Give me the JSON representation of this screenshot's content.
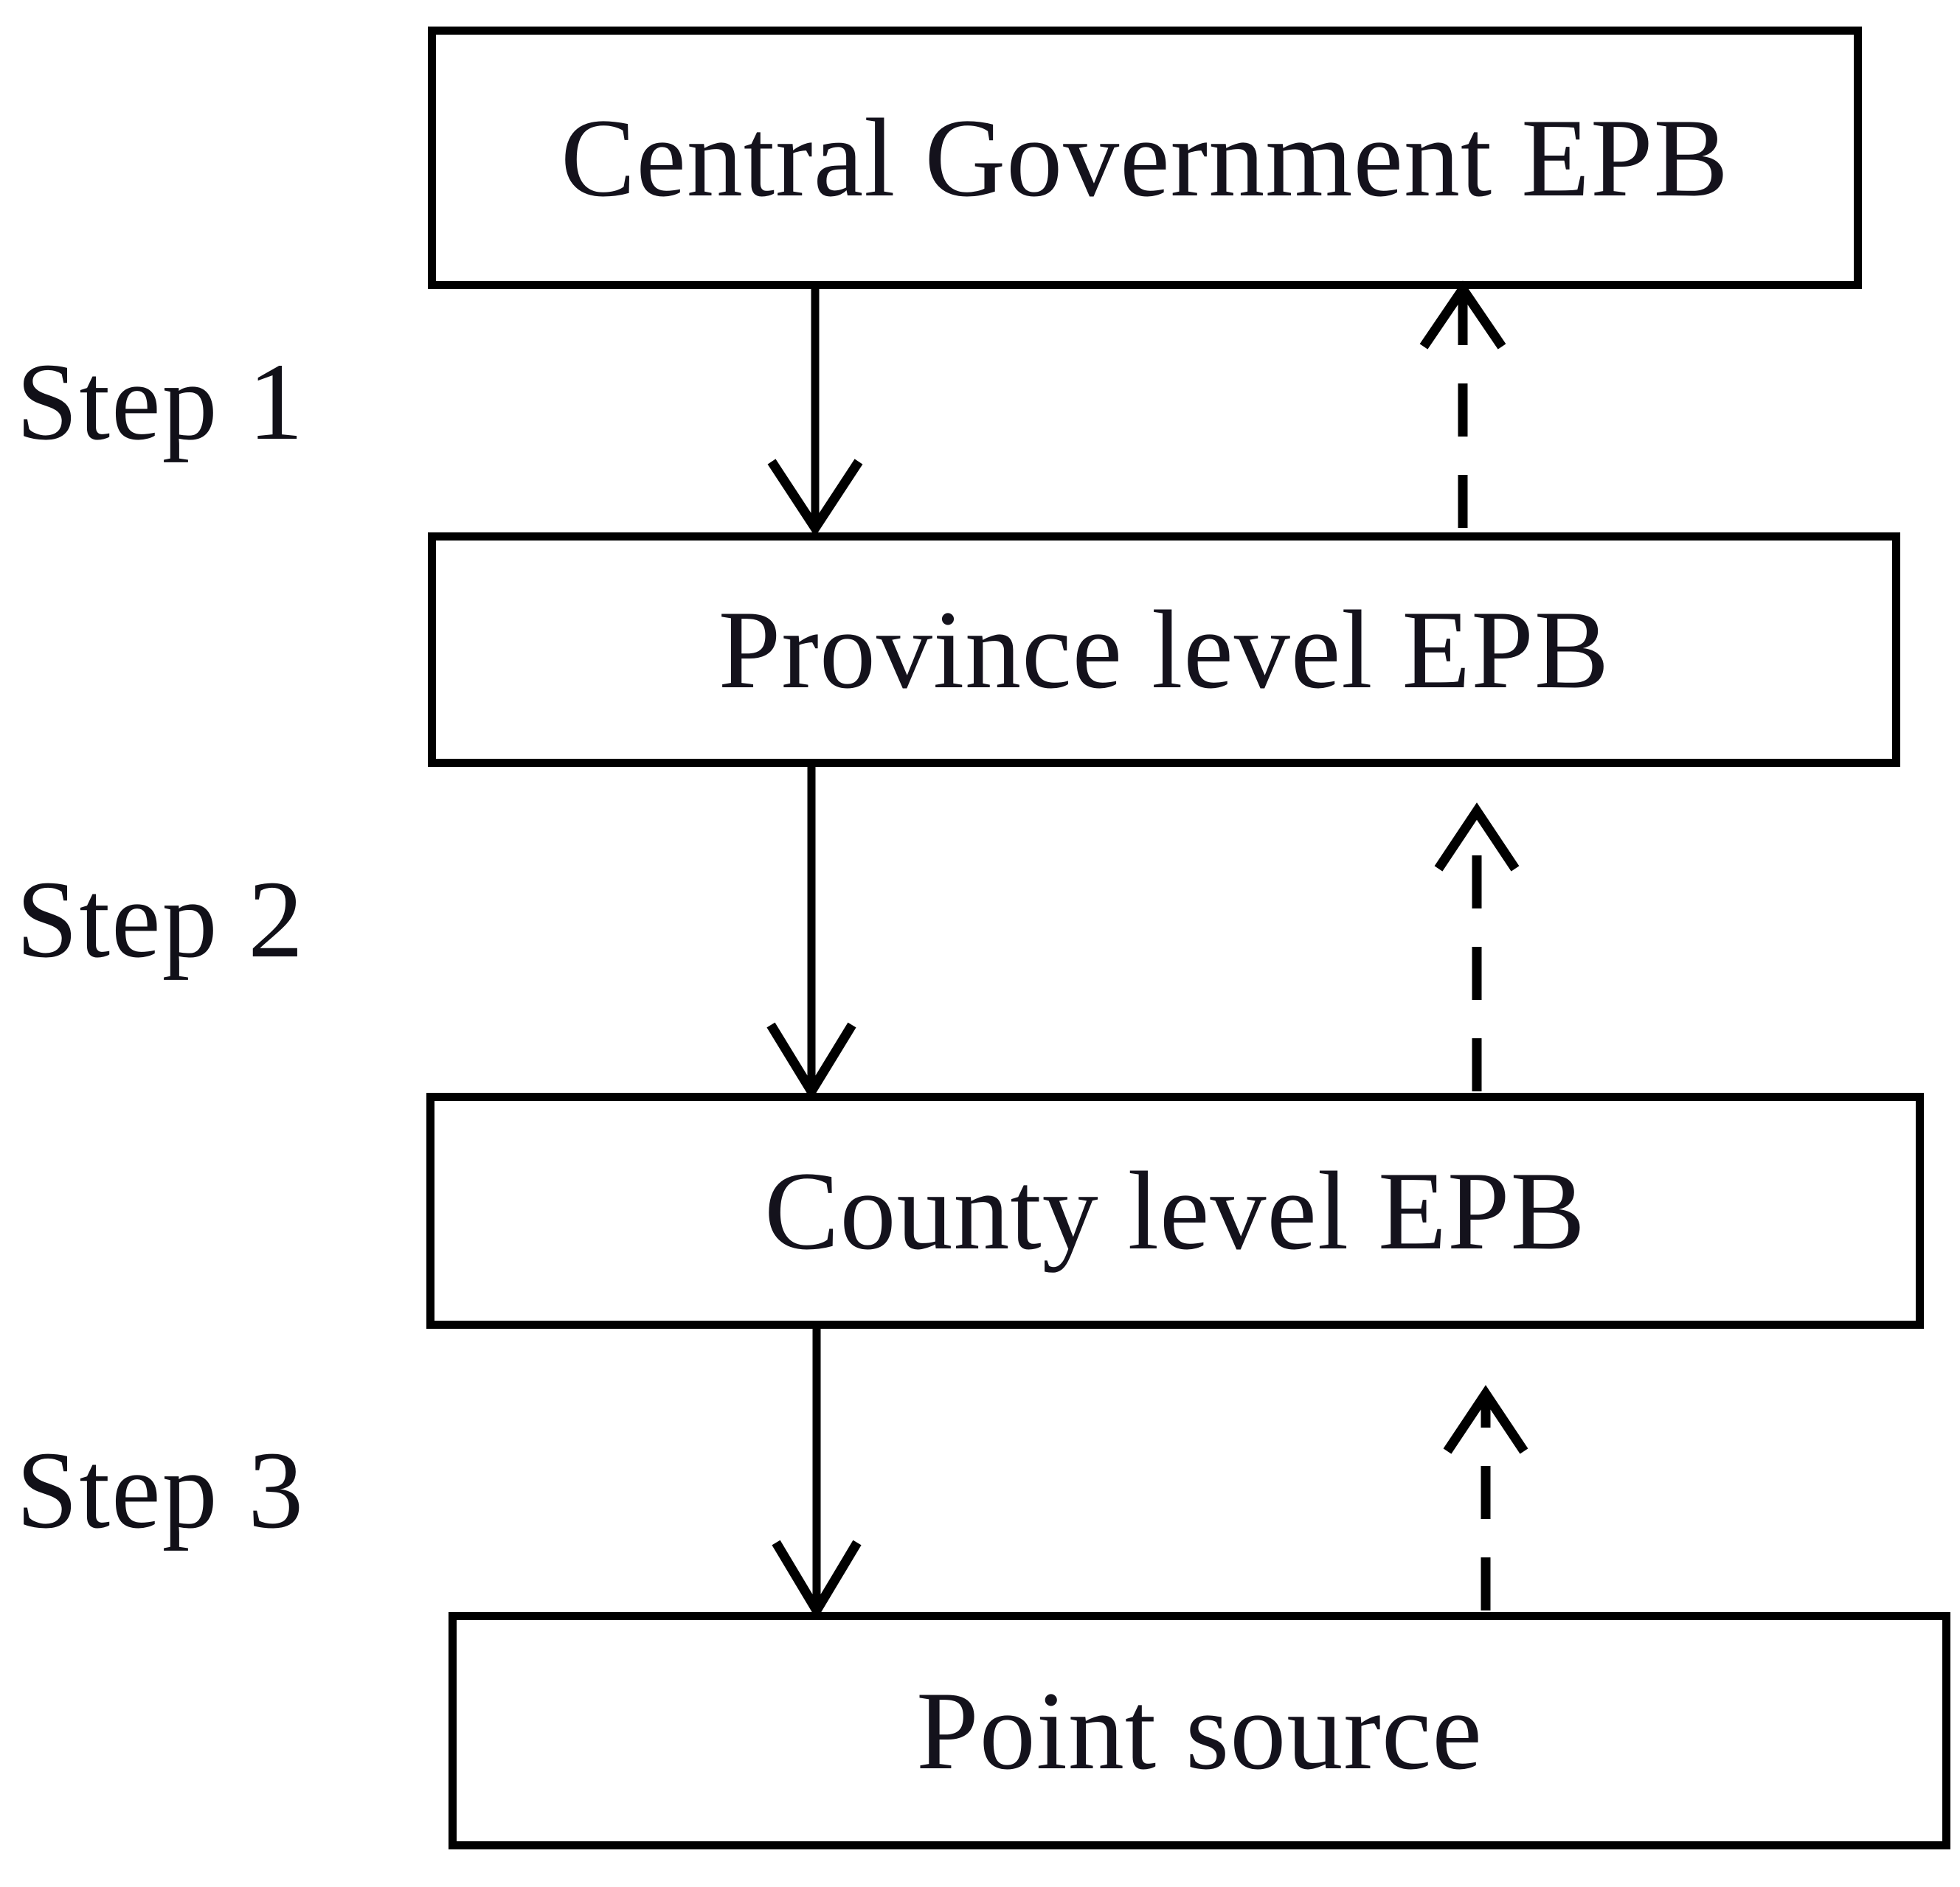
{
  "figure": {
    "type": "flow-diagram",
    "orientation": "top-to-bottom",
    "background_color": "#ffffff",
    "line_color": "#000000",
    "text_color": "#14121c"
  },
  "steps": [
    {
      "id": "step-1",
      "label": "Step 1"
    },
    {
      "id": "step-2",
      "label": "Step 2"
    },
    {
      "id": "step-3",
      "label": "Step 3"
    }
  ],
  "nodes": [
    {
      "id": "central-government-epb",
      "label": "Central Government EPB"
    },
    {
      "id": "province-level-epb",
      "label": "Province level EPB"
    },
    {
      "id": "county-level-epb",
      "label": "County level EPB"
    },
    {
      "id": "point-source",
      "label": "Point source"
    }
  ],
  "connections": [
    {
      "id": "conn-central-to-province",
      "from": "central-government-epb",
      "to": "province-level-epb",
      "style": "solid",
      "direction": "down",
      "step": "Step 1"
    },
    {
      "id": "conn-province-to-central",
      "from": "province-level-epb",
      "to": "central-government-epb",
      "style": "dashed",
      "direction": "up",
      "step": "Step 1"
    },
    {
      "id": "conn-province-to-county",
      "from": "province-level-epb",
      "to": "county-level-epb",
      "style": "solid",
      "direction": "down",
      "step": "Step 2"
    },
    {
      "id": "conn-county-to-province",
      "from": "county-level-epb",
      "to": "province-level-epb",
      "style": "dashed",
      "direction": "up",
      "step": "Step 2"
    },
    {
      "id": "conn-county-to-point",
      "from": "county-level-epb",
      "to": "point-source",
      "style": "solid",
      "direction": "down",
      "step": "Step 3"
    },
    {
      "id": "conn-point-to-county",
      "from": "point-source",
      "to": "county-level-epb",
      "style": "dashed",
      "direction": "up",
      "step": "Step 3"
    }
  ]
}
